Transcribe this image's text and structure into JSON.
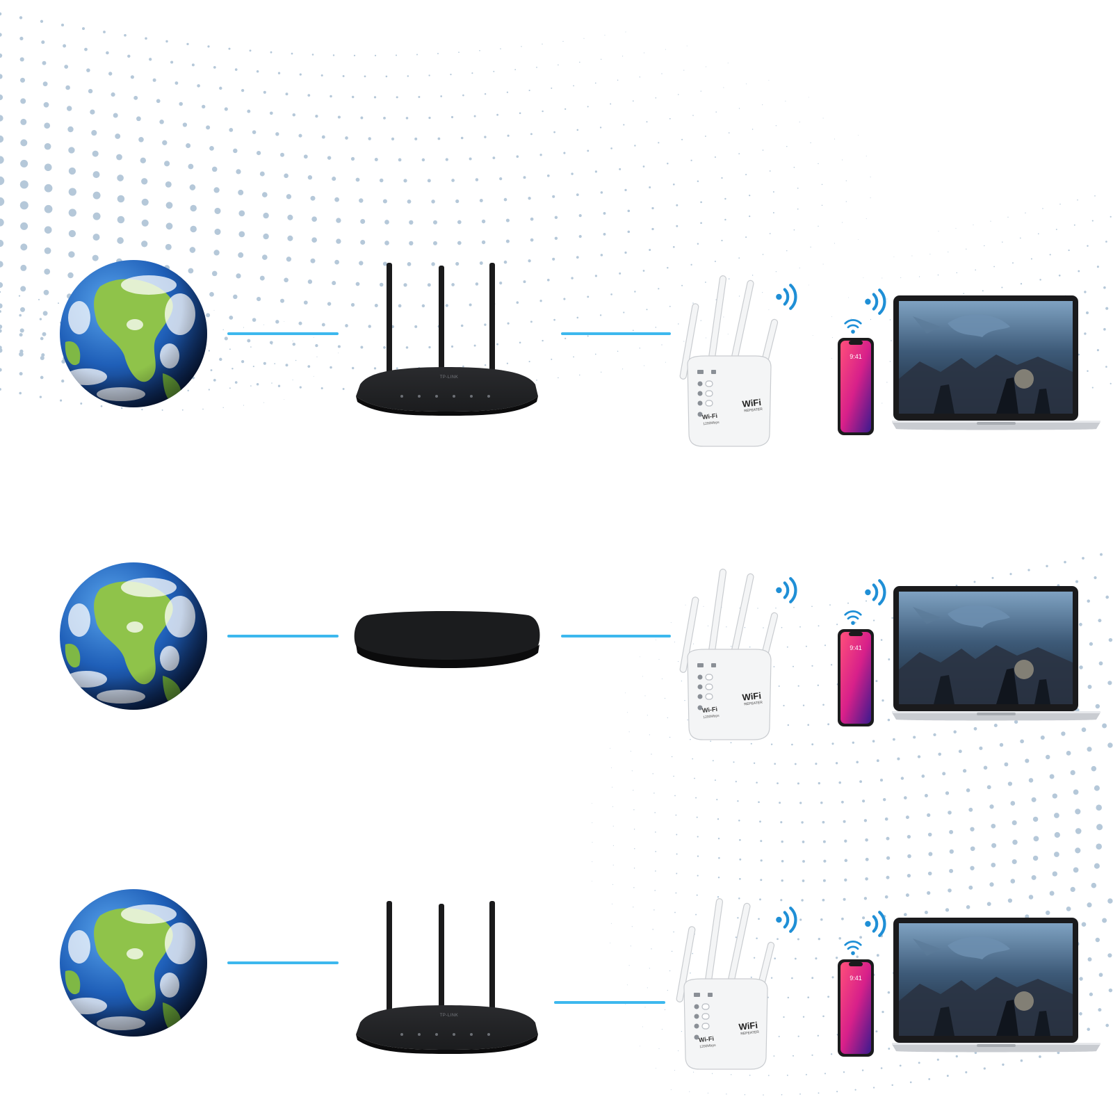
{
  "colors": {
    "link_line": "#3db8ee",
    "wifi_wave": "#1f8fd6",
    "dot_pattern": "#a9bfd3",
    "router_body": "#1b1c1e",
    "extender_body": "#f4f5f6",
    "earth_ocean": "#1f5fb8",
    "earth_land": "#8fc34a"
  },
  "icons": {
    "internet": "earth-globe-icon",
    "router": "router-icon",
    "modem": "modem-icon",
    "extender": "wifi-extender-icon",
    "phone": "smartphone-icon",
    "laptop": "laptop-icon",
    "signal": "wifi-signal-icon"
  },
  "device_text": {
    "router_brand": "TP-LINK",
    "extender_logo": "WiFi",
    "extender_sub": "REPEATER",
    "extender_badge": "Wi-Fi",
    "extender_speed": "1200Mbps",
    "phone_time": "9:41"
  },
  "rows": [
    {
      "id": "row-1",
      "gateway": "router"
    },
    {
      "id": "row-2",
      "gateway": "modem"
    },
    {
      "id": "row-3",
      "gateway": "router"
    }
  ]
}
